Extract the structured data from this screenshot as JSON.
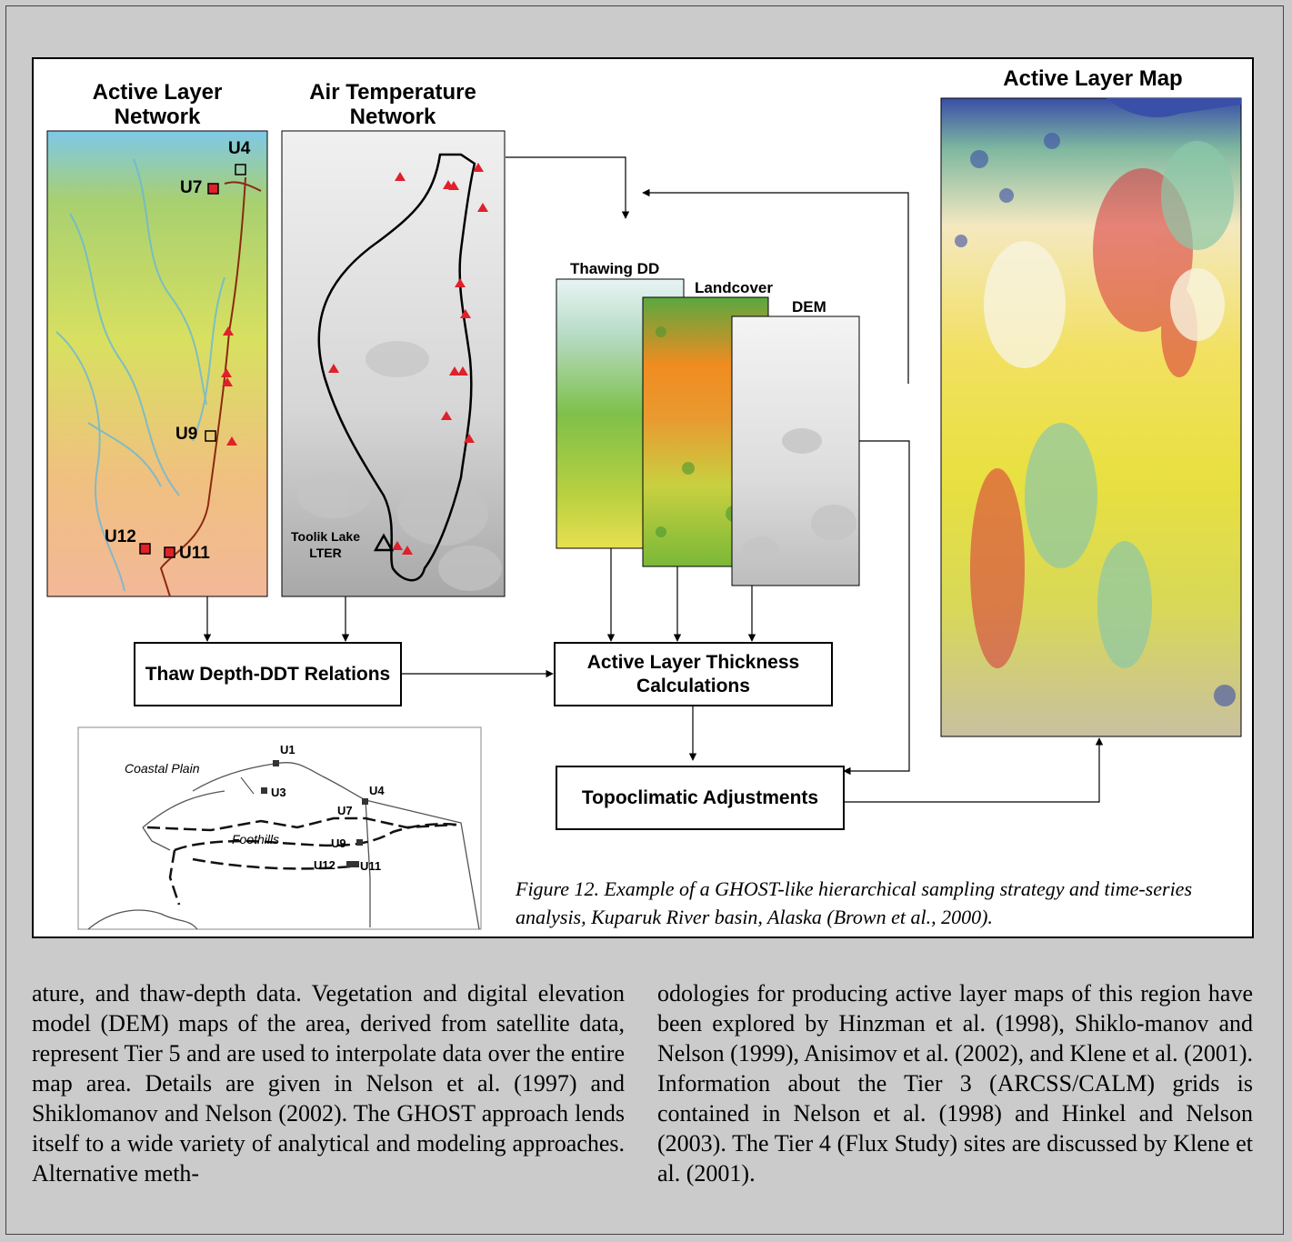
{
  "figure": {
    "map_titles": {
      "active_layer_network": "Active Layer\nNetwork",
      "air_temperature_network": "Air Temperature\nNetwork",
      "active_layer_map": "Active Layer Map"
    },
    "layer_labels": {
      "thawing_dd": "Thawing DD",
      "landcover": "Landcover",
      "dem": "DEM"
    },
    "site_labels": {
      "u4": "U4",
      "u7": "U7",
      "u9": "U9",
      "u12": "U12",
      "u11": "U11",
      "toolik": "Toolik Lake\nLTER"
    },
    "flow_boxes": {
      "thaw_depth": "Thaw Depth-DDT Relations",
      "alt_calc": "Active Layer Thickness\nCalculations",
      "topo": "Topoclimatic Adjustments"
    },
    "inset_map": {
      "sites": [
        "U1",
        "U3",
        "U4",
        "U7",
        "U9",
        "U12",
        "U11"
      ],
      "regions": [
        "Coastal Plain",
        "Foothills"
      ]
    },
    "caption": "Figure 12. Example of a GHOST-like hierarchical sampling strategy and time-series analysis, Kuparuk River basin, Alaska (Brown et al., 2000)."
  },
  "body": {
    "left_column": "ature, and thaw-depth data. Vegetation and digital elevation model (DEM) maps of the area, derived from satellite data, represent Tier 5 and are used to interpolate data over the entire map area. Details are given in Nelson et al. (1997) and Shiklomanov and Nelson (2002). The GHOST approach lends itself to a wide variety of analytical and modeling approaches. Alternative meth-",
    "right_column": "odologies for producing active layer maps of this region have been explored by Hinzman et al. (1998), Shiklo-manov and Nelson (1999), Anisimov et al. (2002), and Klene et al. (2001). Information about the Tier 3 (ARCSS/CALM) grids is contained in Nelson et al. (1998) and Hinkel and Nelson (2003). The Tier 4 (Flux Study) sites are discussed by Klene et al. (2001)."
  },
  "colors": {
    "page_bg": "#cbcbcb",
    "marker_red": "#e0202a",
    "map_blue": "#3a4fa8",
    "map_yellow": "#f2e838",
    "map_orange": "#f08c20",
    "map_green": "#4fa83a"
  }
}
